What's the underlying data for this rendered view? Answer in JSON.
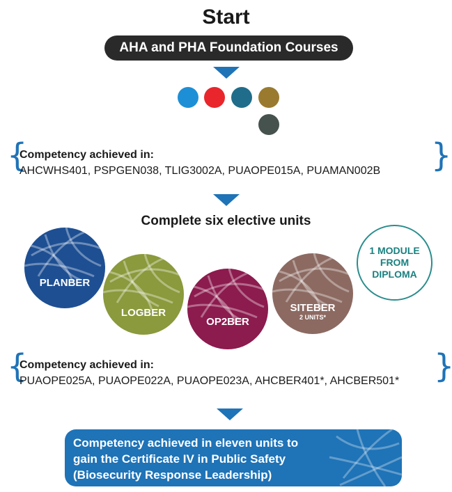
{
  "title": "Start",
  "foundation": "AHA and PHA Foundation Courses",
  "colors": {
    "blue_accent": "#1f73b7",
    "dots": [
      "#1d8fd6",
      "#e8262c",
      "#1f6d8a",
      "#9a7a2e",
      "#45524d"
    ],
    "planber": "#1e4f93",
    "logber": "#8a9a3c",
    "op2ber": "#8c1b4e",
    "siteber": "#8c6a62",
    "module": "#1a8080"
  },
  "competency1": {
    "heading": "Competency achieved in:",
    "units": "AHCWHS401, PSPGEN038, TLIG3002A, PUAOPE015A, PUAMAN002B"
  },
  "elective_title": "Complete six elective units",
  "circles": {
    "planber": "PLANBER",
    "logber": "LOGBER",
    "op2ber": "OP2BER",
    "siteber": "SITEBER",
    "siteber_sub": "2 UNITS*",
    "module_line1": "1 MODULE",
    "module_line2": "FROM",
    "module_line3": "DIPLOMA"
  },
  "competency2": {
    "heading": "Competency achieved in:",
    "units": "PUAOPE025A, PUAOPE022A, PUAOPE023A, AHCBER401*, AHCBER501*"
  },
  "result": {
    "line1": "Competency achieved in eleven units to",
    "line2": "gain the Certificate IV in Public Safety",
    "line3": "(Biosecurity Response Leadership)"
  }
}
